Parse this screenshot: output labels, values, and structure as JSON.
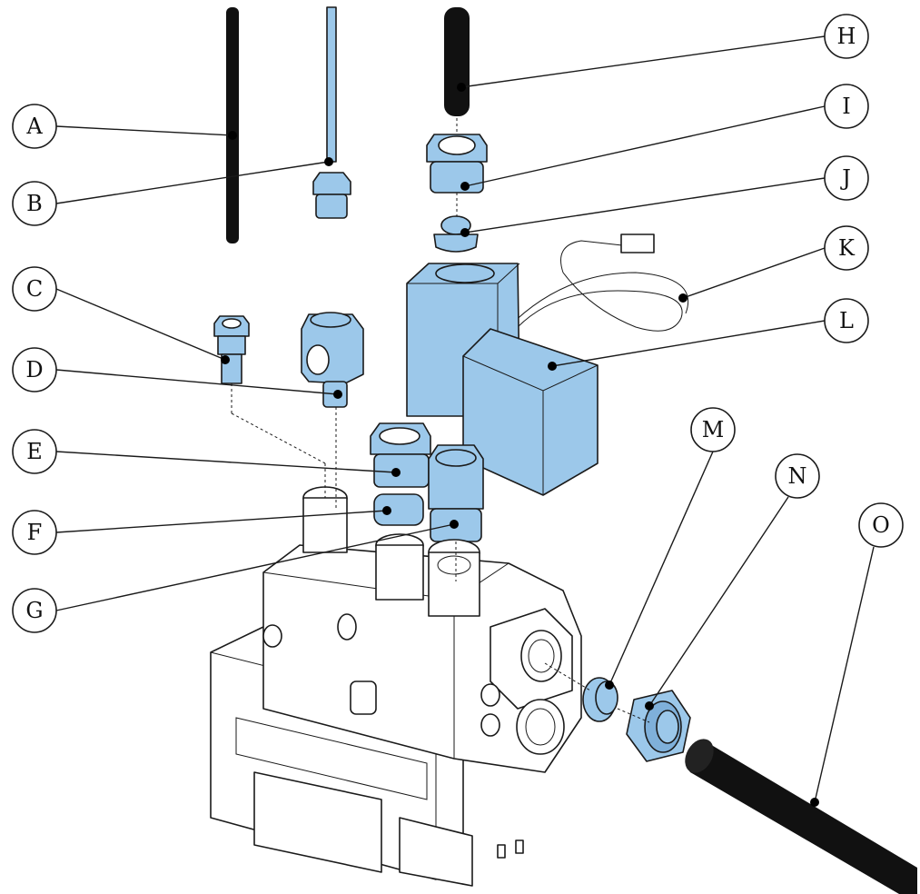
{
  "colors": {
    "part_blue": "#9cc8ea",
    "part_blue_dark": "#7fb0da",
    "pipe_black": "#111111",
    "valve_white": "#ffffff",
    "outline": "#1a1a1a"
  },
  "callouts": [
    {
      "id": "A",
      "label": "A"
    },
    {
      "id": "B",
      "label": "B"
    },
    {
      "id": "C",
      "label": "C"
    },
    {
      "id": "D",
      "label": "D"
    },
    {
      "id": "E",
      "label": "E"
    },
    {
      "id": "F",
      "label": "F"
    },
    {
      "id": "G",
      "label": "G"
    },
    {
      "id": "H",
      "label": "H"
    },
    {
      "id": "I",
      "label": "I"
    },
    {
      "id": "J",
      "label": "J"
    },
    {
      "id": "K",
      "label": "K"
    },
    {
      "id": "L",
      "label": "L"
    },
    {
      "id": "M",
      "label": "M"
    },
    {
      "id": "N",
      "label": "N"
    },
    {
      "id": "O",
      "label": "O"
    }
  ]
}
